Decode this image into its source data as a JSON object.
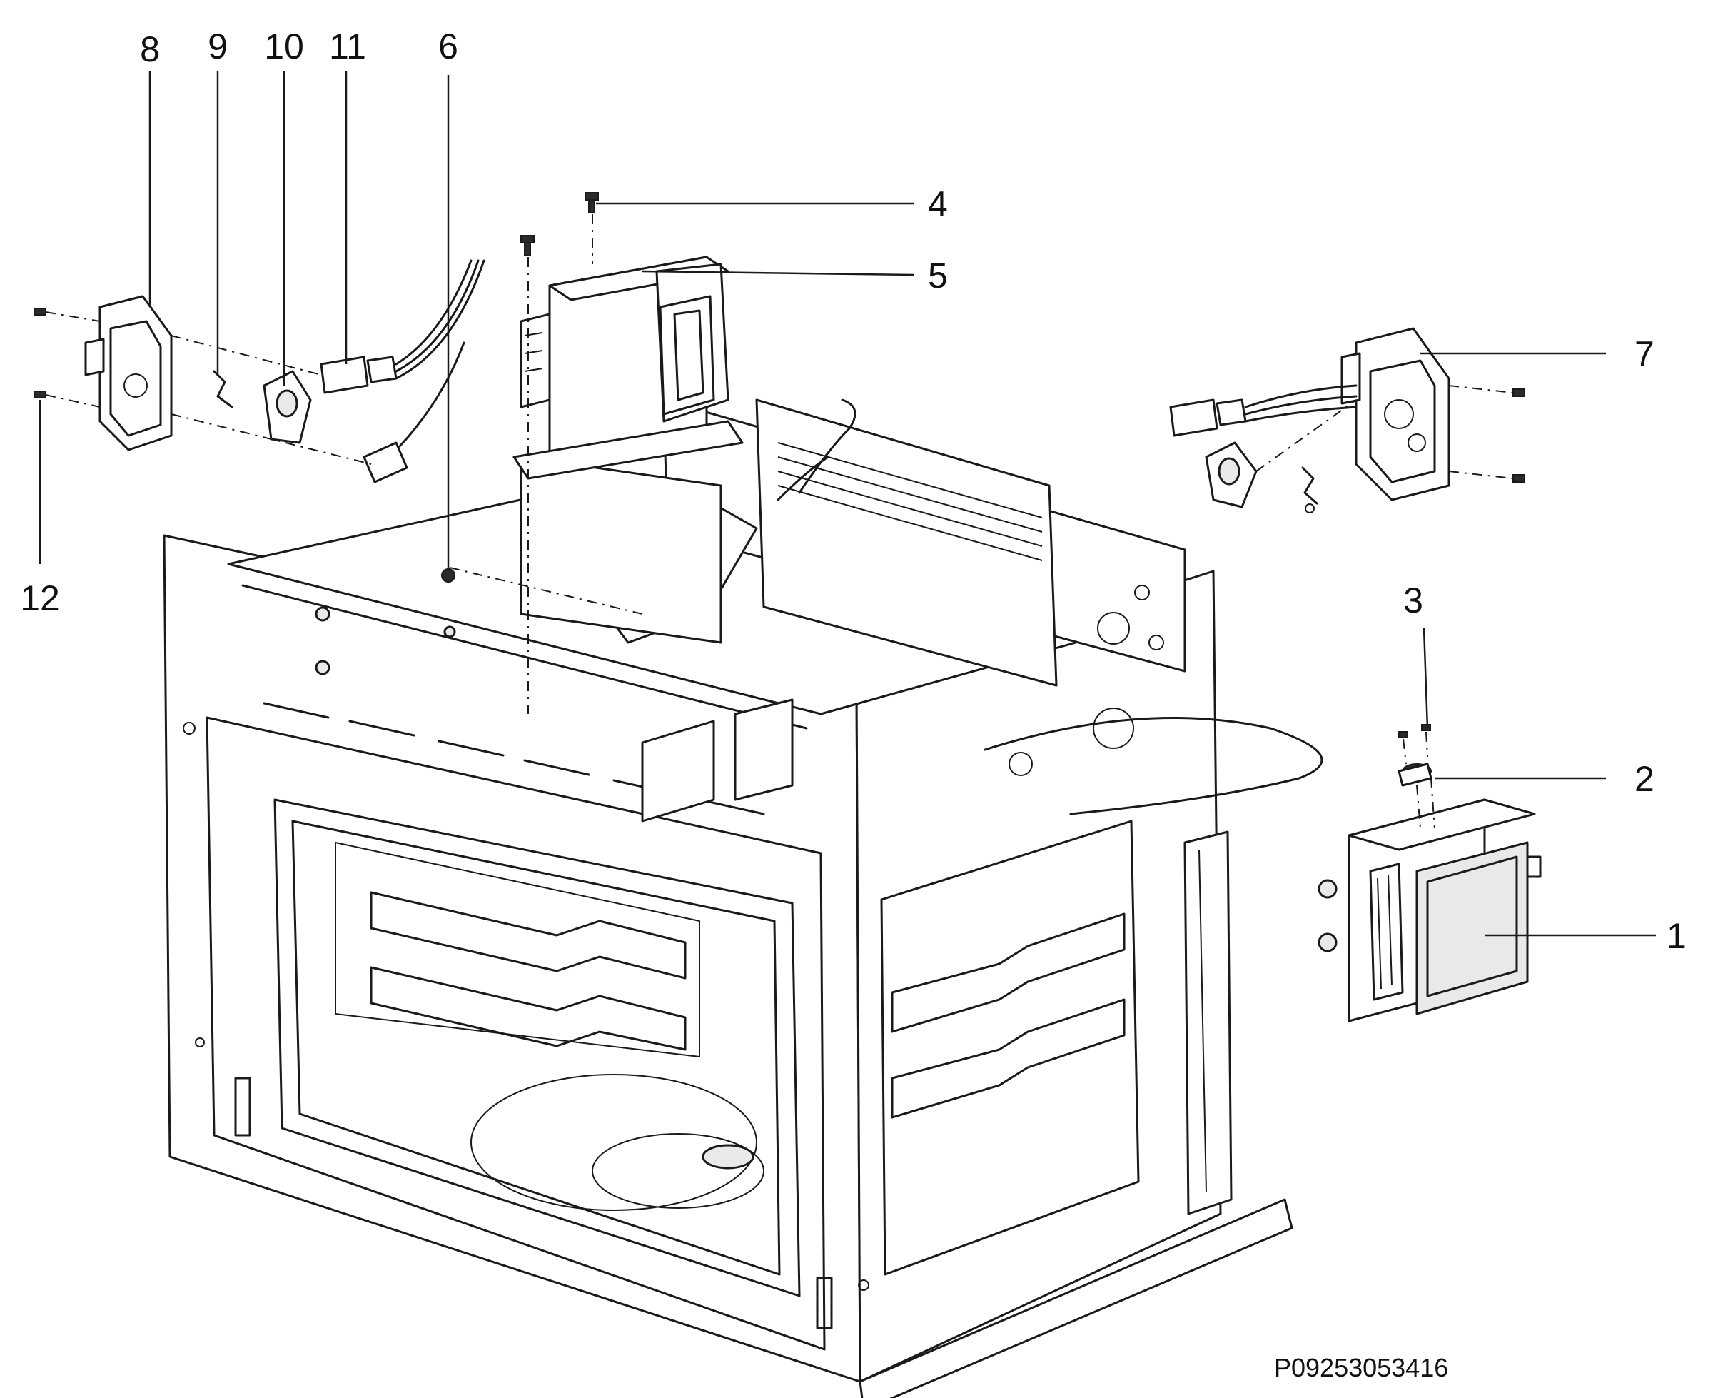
{
  "callouts": [
    {
      "label": "1"
    },
    {
      "label": "2"
    },
    {
      "label": "3"
    },
    {
      "label": "4"
    },
    {
      "label": "5"
    },
    {
      "label": "6"
    },
    {
      "label": "7"
    },
    {
      "label": "8"
    },
    {
      "label": "9"
    },
    {
      "label": "10"
    },
    {
      "label": "11"
    },
    {
      "label": "12"
    }
  ],
  "reference_code": "P09253053416"
}
